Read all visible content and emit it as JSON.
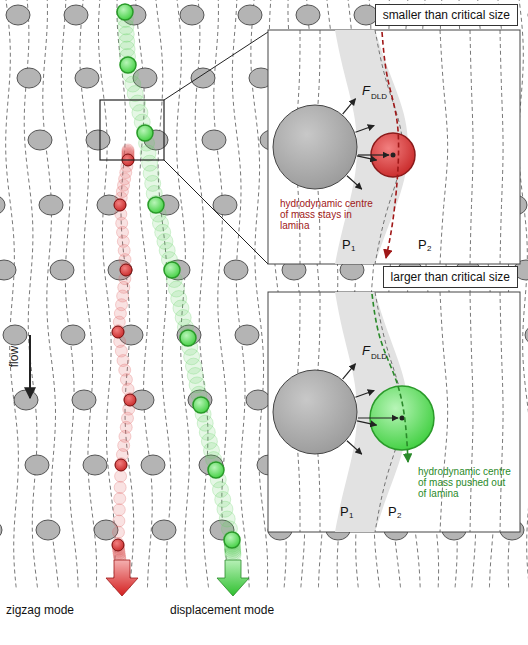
{
  "diagram": {
    "nodes": [
      {
        "text": [
          "smaller than critical size"
        ]
      },
      {
        "text": [
          "larger than critical size"
        ]
      }
    ],
    "labels": [
      "flow",
      "F",
      "DLD",
      "hydrodynamic centre of mass stays in lamina",
      "P",
      "1",
      "P",
      "2",
      "F",
      "DLD",
      "hydrodynamic centre of mass pushed out of lamina",
      "P",
      "1",
      "P",
      "2",
      "zigzag mode",
      "displacement mode"
    ]
  }
}
